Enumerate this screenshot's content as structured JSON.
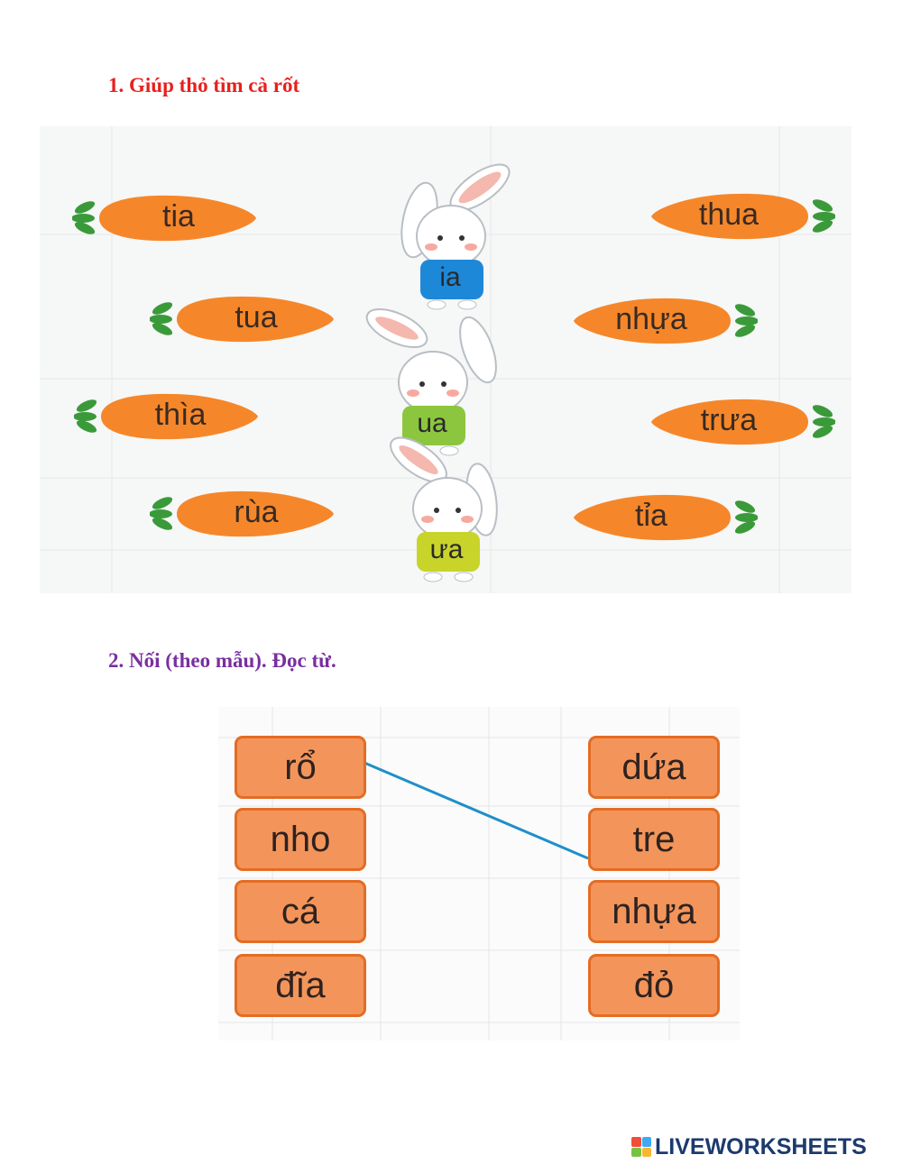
{
  "exercise1": {
    "title": "1. Giúp thỏ tìm cà rốt",
    "left_carrots": [
      "tia",
      "tua",
      "thìa",
      "rùa"
    ],
    "right_carrots": [
      "thua",
      "nhựa",
      "trưa",
      "tỉa"
    ],
    "bunnies": [
      {
        "label": "ia",
        "shirt_color": "#1e88d8"
      },
      {
        "label": "ua",
        "shirt_color": "#8cc63f"
      },
      {
        "label": "ưa",
        "shirt_color": "#c9d42a"
      }
    ],
    "carrot_color": "#f5872a",
    "leaf_color": "#3a9a3a"
  },
  "exercise2": {
    "title": "2. Nối (theo mẫu). Đọc từ.",
    "left_words": [
      "rổ",
      "nho",
      "cá",
      "đĩa"
    ],
    "right_words": [
      "dứa",
      "tre",
      "nhựa",
      "đỏ"
    ],
    "example_link": {
      "from": "rổ",
      "to": "tre"
    },
    "box_color": "#f3955a",
    "line_color": "#1f8fc9"
  },
  "footer": {
    "brand": "LIVEWORKSHEETS"
  }
}
